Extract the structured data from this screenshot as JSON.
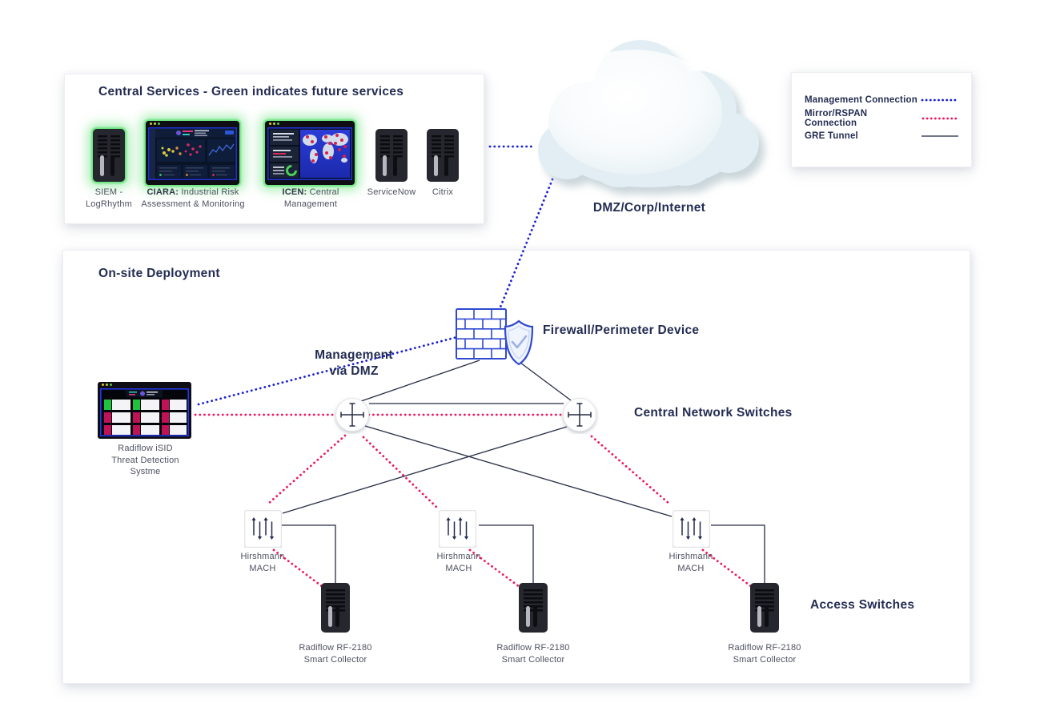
{
  "central_services": {
    "title": "Central Services - Green indicates future services",
    "items": [
      {
        "label": "SIEM - LogRhythm",
        "type": "server",
        "future": true
      },
      {
        "label_bold": "CIARA:",
        "label_rest": " Industrial Risk Assessment & Monitoring",
        "type": "dashboard-screen",
        "future": true
      },
      {
        "label_bold": "ICEN:",
        "label_rest": " Central Management",
        "type": "map-screen",
        "future": true
      },
      {
        "label": "ServiceNow",
        "type": "server",
        "future": false
      },
      {
        "label": "Citrix",
        "type": "server",
        "future": false
      }
    ]
  },
  "legend": {
    "items": [
      {
        "label": "Management Connection",
        "style": "dotted-blue"
      },
      {
        "label": "Mirror/RSPAN Connection",
        "style": "dotted-red"
      },
      {
        "label": "GRE Tunnel",
        "style": "solid"
      }
    ]
  },
  "cloud": {
    "label": "DMZ/Corp/Internet"
  },
  "onsite": {
    "title": "On-site Deployment",
    "firewall": {
      "label": "Firewall/Perimeter Device"
    },
    "management_route": {
      "line1": "Management",
      "line2": "via DMZ"
    },
    "isid": {
      "line1": "Radiflow iSID",
      "line2": "Threat Detection",
      "line3": "Systme"
    },
    "central_switches": {
      "label": "Central Network Switches"
    },
    "access_switches": {
      "label": "Access Switches"
    },
    "mach": {
      "line1": "Hirshmann",
      "line2": "MACH"
    },
    "collector": {
      "line1": "Radiflow RF-2180",
      "line2": "Smart Collector"
    }
  },
  "colors": {
    "management_blue": "#1a1fd6",
    "mirror_red": "#ee175c",
    "gre_line": "#262c45",
    "navy_text": "#232c52",
    "future_green": "#60e276"
  }
}
